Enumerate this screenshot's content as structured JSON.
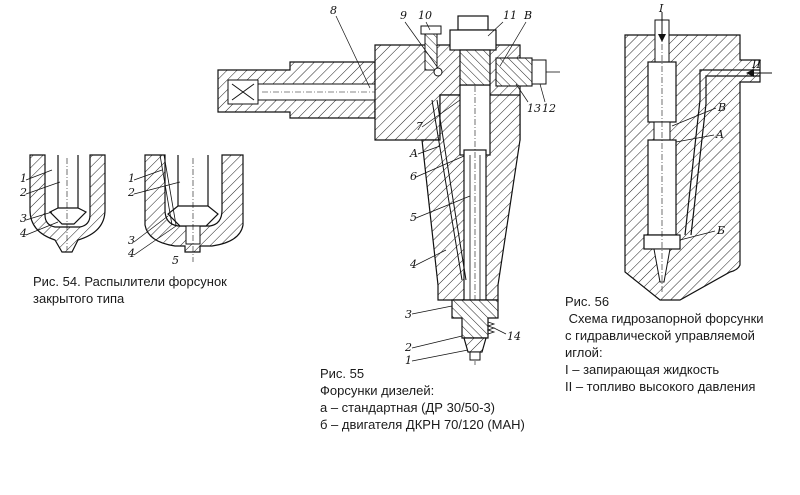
{
  "fig54": {
    "caption": [
      "Рис. 54. Распылители форсунок",
      "закрытого типа"
    ],
    "left_labels": [
      "1",
      "2",
      "3",
      "4"
    ],
    "right_labels": [
      "1",
      "2",
      "3",
      "4",
      "5"
    ]
  },
  "fig55": {
    "caption": [
      "Рис. 55",
      "Форсунки дизелей:",
      "а – стандартная (ДР 30/50-3)",
      "б – двигателя ДКРН 70/120 (МАН)"
    ],
    "labels": {
      "n1": "1",
      "n2": "2",
      "n3": "3",
      "n4": "4",
      "n5": "5",
      "n6": "6",
      "n7": "7",
      "n8": "8",
      "n9": "9",
      "n10": "10",
      "n11": "11",
      "n12": "12",
      "n13": "13",
      "n14": "14",
      "A": "A",
      "B": "B"
    }
  },
  "fig56": {
    "caption": [
      "Рис. 56",
      " Схема гидрозапорной форсунки",
      "с гидравлической управляемой",
      "иглой:",
      "I – запирающая жидкость",
      "II – топливо высокого давления"
    ],
    "labels": {
      "I": "I",
      "II": "II",
      "B": "B",
      "A": "A",
      "Б": "Б"
    }
  }
}
